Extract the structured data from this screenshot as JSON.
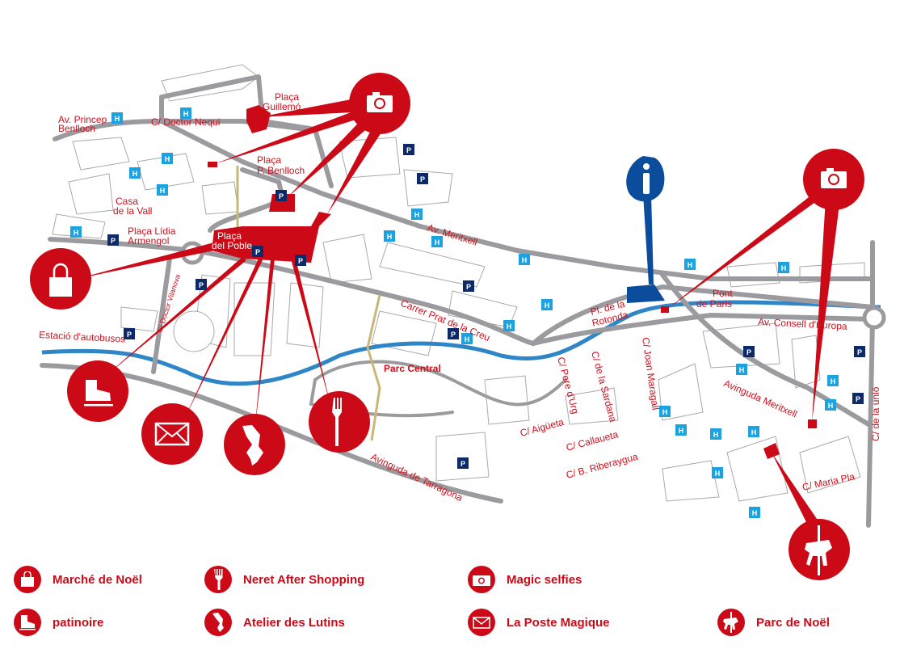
{
  "colors": {
    "accent": "#cc0a17",
    "river": "#2f86c6",
    "info": "#0b4c9c",
    "hotel": "#1aa3e0",
    "parking": "#0c2a6a"
  },
  "markers": {
    "hotel": "H",
    "parking": "P"
  },
  "streets": {
    "av_princep_1": "Av. Princep",
    "av_princep_2": "Benlloch",
    "doctor_nequi": "C/ Doctor Nequi",
    "guillemo_1": "Plaça",
    "guillemo_2": "Guillemó",
    "pbenlloch_1": "Plaça",
    "pbenlloch_2": "P. Benlloch",
    "casa_1": "Casa",
    "casa_2": "de la Vall",
    "lidia_1": "Plaça Lídia",
    "lidia_2": "Armengol",
    "poble_1": "Plaça",
    "poble_2": "del Poble",
    "meritxell": "Av. Meritxell",
    "prat_creu": "Carrer Prat de la Creu",
    "estacio": "Estació d'autobusos",
    "vilanova": "C/ Doctor Vilanova",
    "parc_central": "Parc Central",
    "tarragona": "Avinguda de Tarragona",
    "rotonda_1": "Pl. de la",
    "rotonda_2": "Rotonda",
    "pont_1": "Pont",
    "pont_2": "de Paris",
    "consell": "Av. Consell d'Europa",
    "pere_urg": "C/ Pere d'Urg",
    "sardana": "C/ de la Sardana",
    "maragall": "C/ Joan Maragall",
    "avinguda_meritxell": "Avinguda Meritxell",
    "aigueta": "C/ Aigüeta",
    "callaueta": "C/ Callaueta",
    "riberaygua": "C/ B. Riberaygua",
    "maria_pla": "C/ Maria Pla",
    "unio": "C/ de la unió"
  },
  "legend": [
    {
      "icon": "shopping-bag-icon",
      "label": "Marché de Noël"
    },
    {
      "icon": "fork-icon",
      "label": "Neret After Shopping"
    },
    {
      "icon": "camera-icon",
      "label": "Magic selfies"
    },
    {
      "icon": "ice-skate-icon",
      "label": "patinoire"
    },
    {
      "icon": "elf-icon",
      "label": "Atelier des Lutins"
    },
    {
      "icon": "envelope-icon",
      "label": "La Poste Magique"
    },
    {
      "icon": "carousel-icon",
      "label": "Parc de Noël"
    }
  ]
}
